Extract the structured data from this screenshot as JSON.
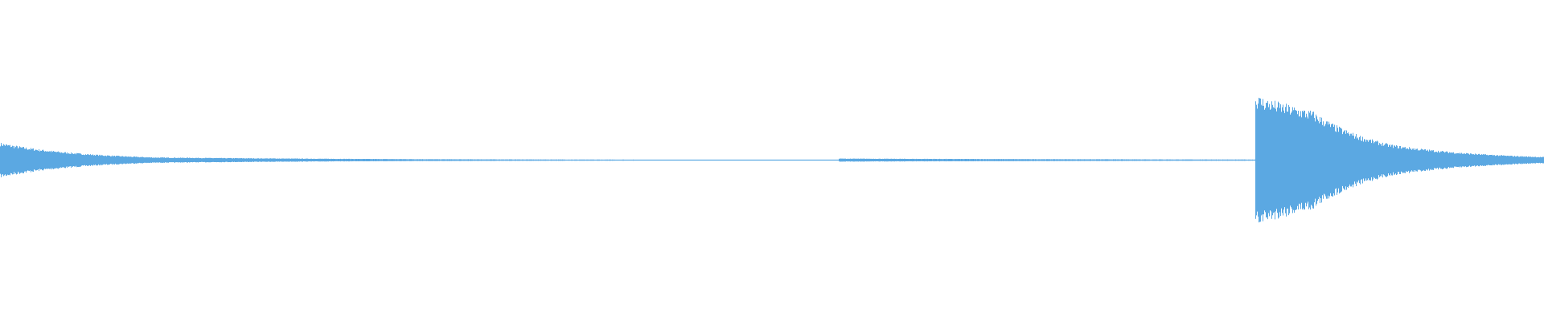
{
  "waveform": {
    "color": "#5ba8e2",
    "background": "#ffffff",
    "amplitude_max": 1.0,
    "duration_fraction_segments": [
      {
        "name": "initial-tail",
        "start": 0.0,
        "end": 0.1,
        "amp_start": 0.22,
        "amp_end": 0.035
      },
      {
        "name": "decay-tail",
        "start": 0.1,
        "end": 0.28,
        "amp_start": 0.035,
        "amp_end": 0.012
      },
      {
        "name": "near-silence",
        "start": 0.28,
        "end": 0.543,
        "amp_start": 0.012,
        "amp_end": 0.004
      },
      {
        "name": "low-hum",
        "start": 0.543,
        "end": 0.813,
        "amp_start": 0.02,
        "amp_end": 0.008
      },
      {
        "name": "attack-transient",
        "start": 0.813,
        "end": 0.85,
        "amp_start": 0.82,
        "amp_end": 0.62
      },
      {
        "name": "attack-decay",
        "start": 0.85,
        "end": 0.9,
        "amp_start": 0.62,
        "amp_end": 0.2
      },
      {
        "name": "release",
        "start": 0.9,
        "end": 1.0,
        "amp_start": 0.2,
        "amp_end": 0.04
      }
    ]
  }
}
